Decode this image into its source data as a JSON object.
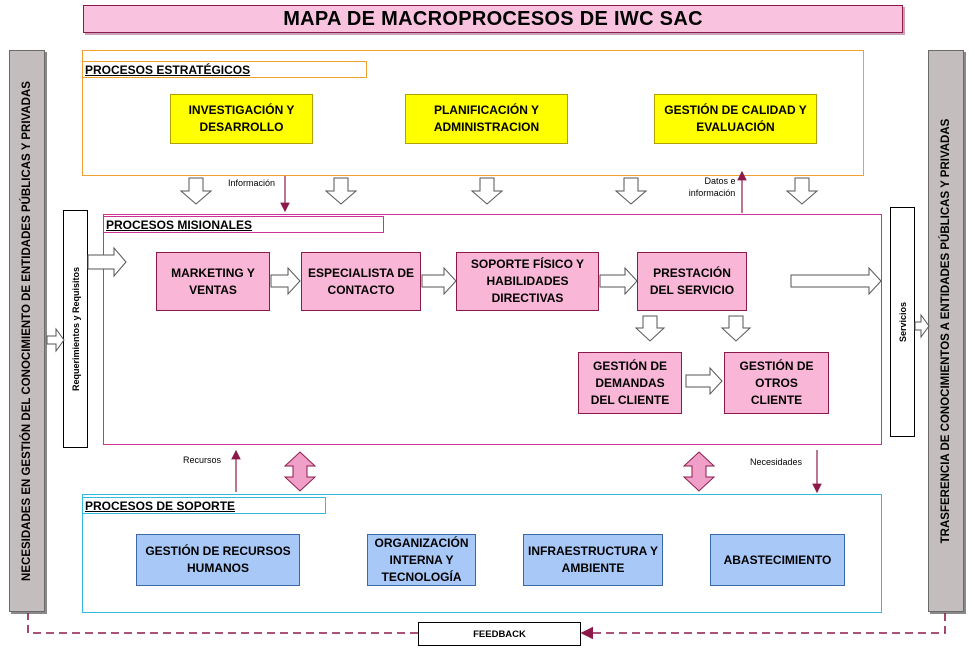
{
  "title": "MAPA DE MACROPROCESOS DE IWC SAC",
  "left_bar": "NECESIDADES EN GESTIÓN DEL CONOCIMIENTO DE ENTIDADES PÚBLICAS Y PRIVADAS",
  "right_bar": "TRASFERENCIA DE CONOCIMIENTOS A ENTIDADES PÚBLICAS Y PRIVADAS",
  "requirements": "Requerimientos y Requisitos",
  "services": "Servicios",
  "strategic": {
    "label": "PROCESOS ESTRATÉGICOS",
    "boxes": [
      "INVESTIGACIÓN Y DESARROLLO",
      "PLANIFICACIÓN Y ADMINISTRACION",
      "GESTIÓN DE CALIDAD Y EVALUACIÓN"
    ]
  },
  "missional": {
    "label": "PROCESOS MISIONALES",
    "boxes": [
      "MARKETING Y VENTAS",
      "ESPECIALISTA DE CONTACTO",
      "SOPORTE FÍSICO Y HABILIDADES DIRECTIVAS",
      "PRESTACIÓN DEL SERVICIO",
      "GESTIÓN DE DEMANDAS DEL CLIENTE",
      "GESTIÓN DE OTROS CLIENTE"
    ]
  },
  "support": {
    "label": "PROCESOS DE SOPORTE",
    "boxes": [
      "GESTIÓN DE RECURSOS HUMANOS",
      "ORGANIZACIÓN INTERNA Y TECNOLOGÍA",
      "INFRAESTRUCTURA Y AMBIENTE",
      "ABASTECIMIENTO"
    ]
  },
  "labels": {
    "informacion": "Información",
    "datos1": "Datos e",
    "datos2": "información",
    "recursos": "Recursos",
    "necesidades": "Necesidades"
  },
  "feedback": "FEEDBACK",
  "colors": {
    "strategic_border": "#f0a030",
    "missional_border": "#cc3399",
    "support_border": "#33bbdd",
    "connector": "#8b1a4a"
  }
}
